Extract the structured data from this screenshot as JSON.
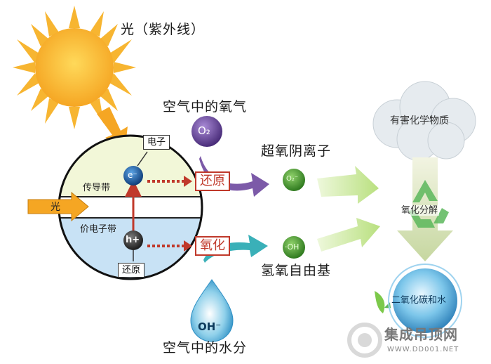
{
  "labels": {
    "light_uv": "光（紫外线）",
    "air_oxygen": "空气中的氧气",
    "superoxide": "超氧阴离子",
    "hydroxyl": "氢氧自由基",
    "air_water": "空气中的水分",
    "electron": "电子",
    "conduction_band": "传导带",
    "valence_band": "价电子带",
    "reduce_small": "还原",
    "reduce": "还原",
    "oxidize": "氧化",
    "light_arrow": "光",
    "harmful": "有害化学物质",
    "decompose": "氧化分解",
    "co2_water": "二氧化碳和水"
  },
  "symbols": {
    "o2": "O₂",
    "o2_minus": "O₂⁻",
    "oh_radical": "·OH",
    "oh_minus": "OH⁻",
    "electron": "e⁻",
    "hole": "h+"
  },
  "watermark": {
    "name": "集成吊顶网",
    "url": "WWW.DD001.NET"
  },
  "colors": {
    "sun": "#f7b531",
    "red_accent": "#c0392b",
    "purple": "#7c5aa8",
    "teal": "#3ab0b8",
    "green_arrow": "#c9e79a",
    "cloud": "#e6ebef"
  }
}
